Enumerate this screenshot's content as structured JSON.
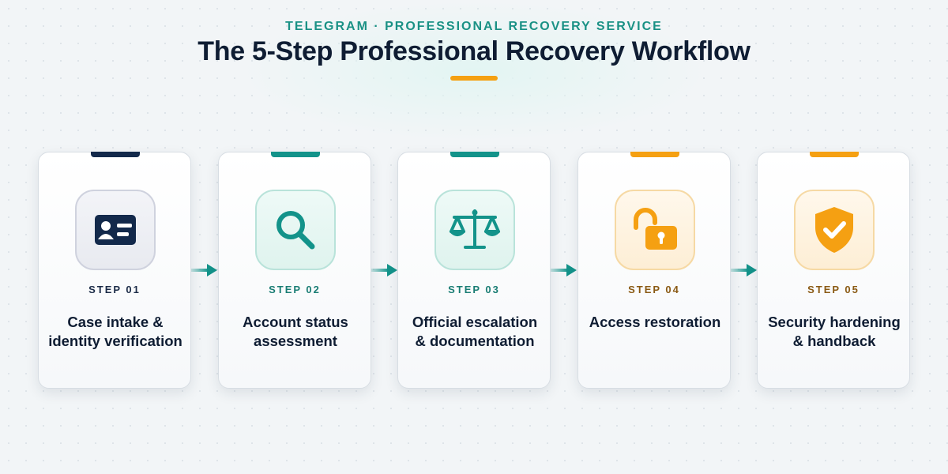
{
  "header": {
    "eyebrow": "TELEGRAM · PROFESSIONAL RECOVERY SERVICE",
    "title": "The 5-Step Professional Recovery Workflow"
  },
  "colors": {
    "navy": "#13294b",
    "teal": "#13938a",
    "orange": "#f5a012"
  },
  "steps": [
    {
      "label": "STEP 01",
      "text": "Case intake & identity verification",
      "icon": "id-card-icon",
      "theme": "navy"
    },
    {
      "label": "STEP 02",
      "text": "Account status assessment",
      "icon": "magnifier-icon",
      "theme": "teal"
    },
    {
      "label": "STEP 03",
      "text": "Official escalation & documentation",
      "icon": "scales-icon",
      "theme": "teal"
    },
    {
      "label": "STEP 04",
      "text": "Access restoration",
      "icon": "unlock-icon",
      "theme": "orange"
    },
    {
      "label": "STEP 05",
      "text": "Security hardening & handback",
      "icon": "shield-check-icon",
      "theme": "orange"
    }
  ]
}
